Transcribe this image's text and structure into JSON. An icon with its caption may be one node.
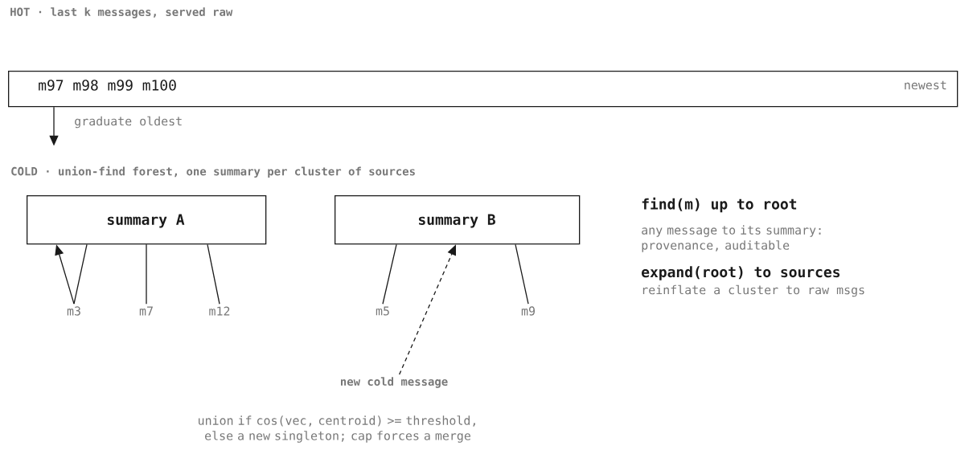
{
  "diagram": {
    "nodes": [
      {
        "text": [
          "HOT · last k messages, served raw",
          "m97 m98 m99 m100",
          "newest"
        ]
      },
      {
        "text": [
          "COLD · union-find forest, one summary per cluster of sources"
        ]
      },
      {
        "text": [
          "summary A"
        ]
      },
      {
        "text": [
          "summary B"
        ]
      },
      {
        "text": [
          "m3"
        ]
      },
      {
        "text": [
          "m7"
        ]
      },
      {
        "text": [
          "m12"
        ]
      },
      {
        "text": [
          "m5"
        ]
      },
      {
        "text": [
          "m9"
        ]
      },
      {
        "text": [
          "new cold message"
        ],
        "beside": [
          "union if cos(vec, centroid) >= threshold, else a new singleton; cap forces a merge"
        ]
      }
    ],
    "edges": [
      {
        "from": 0,
        "to": 1,
        "arrow": "to",
        "label": "graduate oldest"
      },
      {
        "from": 4,
        "to": 2,
        "arrow": "to"
      },
      {
        "from": 4,
        "to": 2,
        "arrow": "none"
      },
      {
        "from": 5,
        "to": 2,
        "arrow": "none"
      },
      {
        "from": 6,
        "to": 2,
        "arrow": "none"
      },
      {
        "from": 7,
        "to": 3,
        "arrow": "none"
      },
      {
        "from": 8,
        "to": 3,
        "arrow": "none"
      },
      {
        "from": 9,
        "to": 3,
        "arrow": "to",
        "style": "dashed"
      }
    ],
    "labels": [
      "find(m) up to root",
      "any message to its summary: provenance, auditable",
      "expand(root) to sources",
      "reinflate a cluster to raw msgs"
    ]
  }
}
